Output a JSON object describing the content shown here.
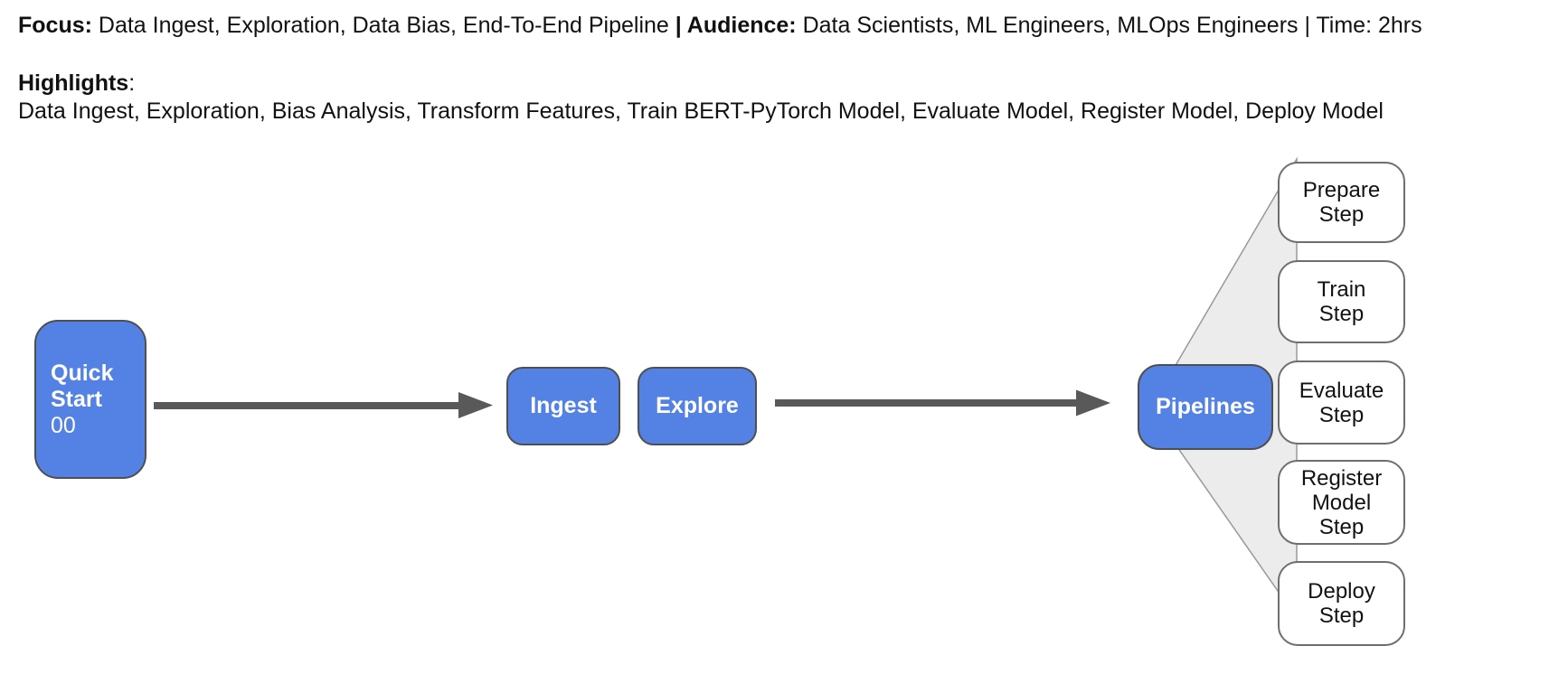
{
  "header": {
    "focus_label": "Focus:",
    "focus_text": " Data Ingest, Exploration, Data Bias, End-To-End Pipeline ",
    "audience_label": "| Audience:",
    "audience_text": " Data Scientists, ML Engineers, MLOps Engineers | Time: 2hrs",
    "highlights_label": "Highlights",
    "highlights_colon": ":",
    "highlights_text": "Data Ingest, Exploration, Bias Analysis, Transform Features, Train BERT-PyTorch Model, Evaluate Model, Register Model, Deploy Model"
  },
  "diagram": {
    "quick_start": {
      "title": "Quick\nStart",
      "number": "00"
    },
    "ingest_label": "Ingest",
    "explore_label": "Explore",
    "pipelines_label": "Pipelines",
    "steps": [
      {
        "label": "Prepare\nStep"
      },
      {
        "label": "Train\nStep"
      },
      {
        "label": "Evaluate\nStep"
      },
      {
        "label": "Register\nModel\nStep"
      },
      {
        "label": "Deploy\nStep"
      }
    ]
  },
  "colors": {
    "node_blue": "#5382e4",
    "node_border_dark": "#4f4f4f",
    "step_border": "#6e6e6e",
    "arrow_gray": "#595959",
    "fan_fill": "#ececec",
    "fan_stroke": "#999999"
  }
}
